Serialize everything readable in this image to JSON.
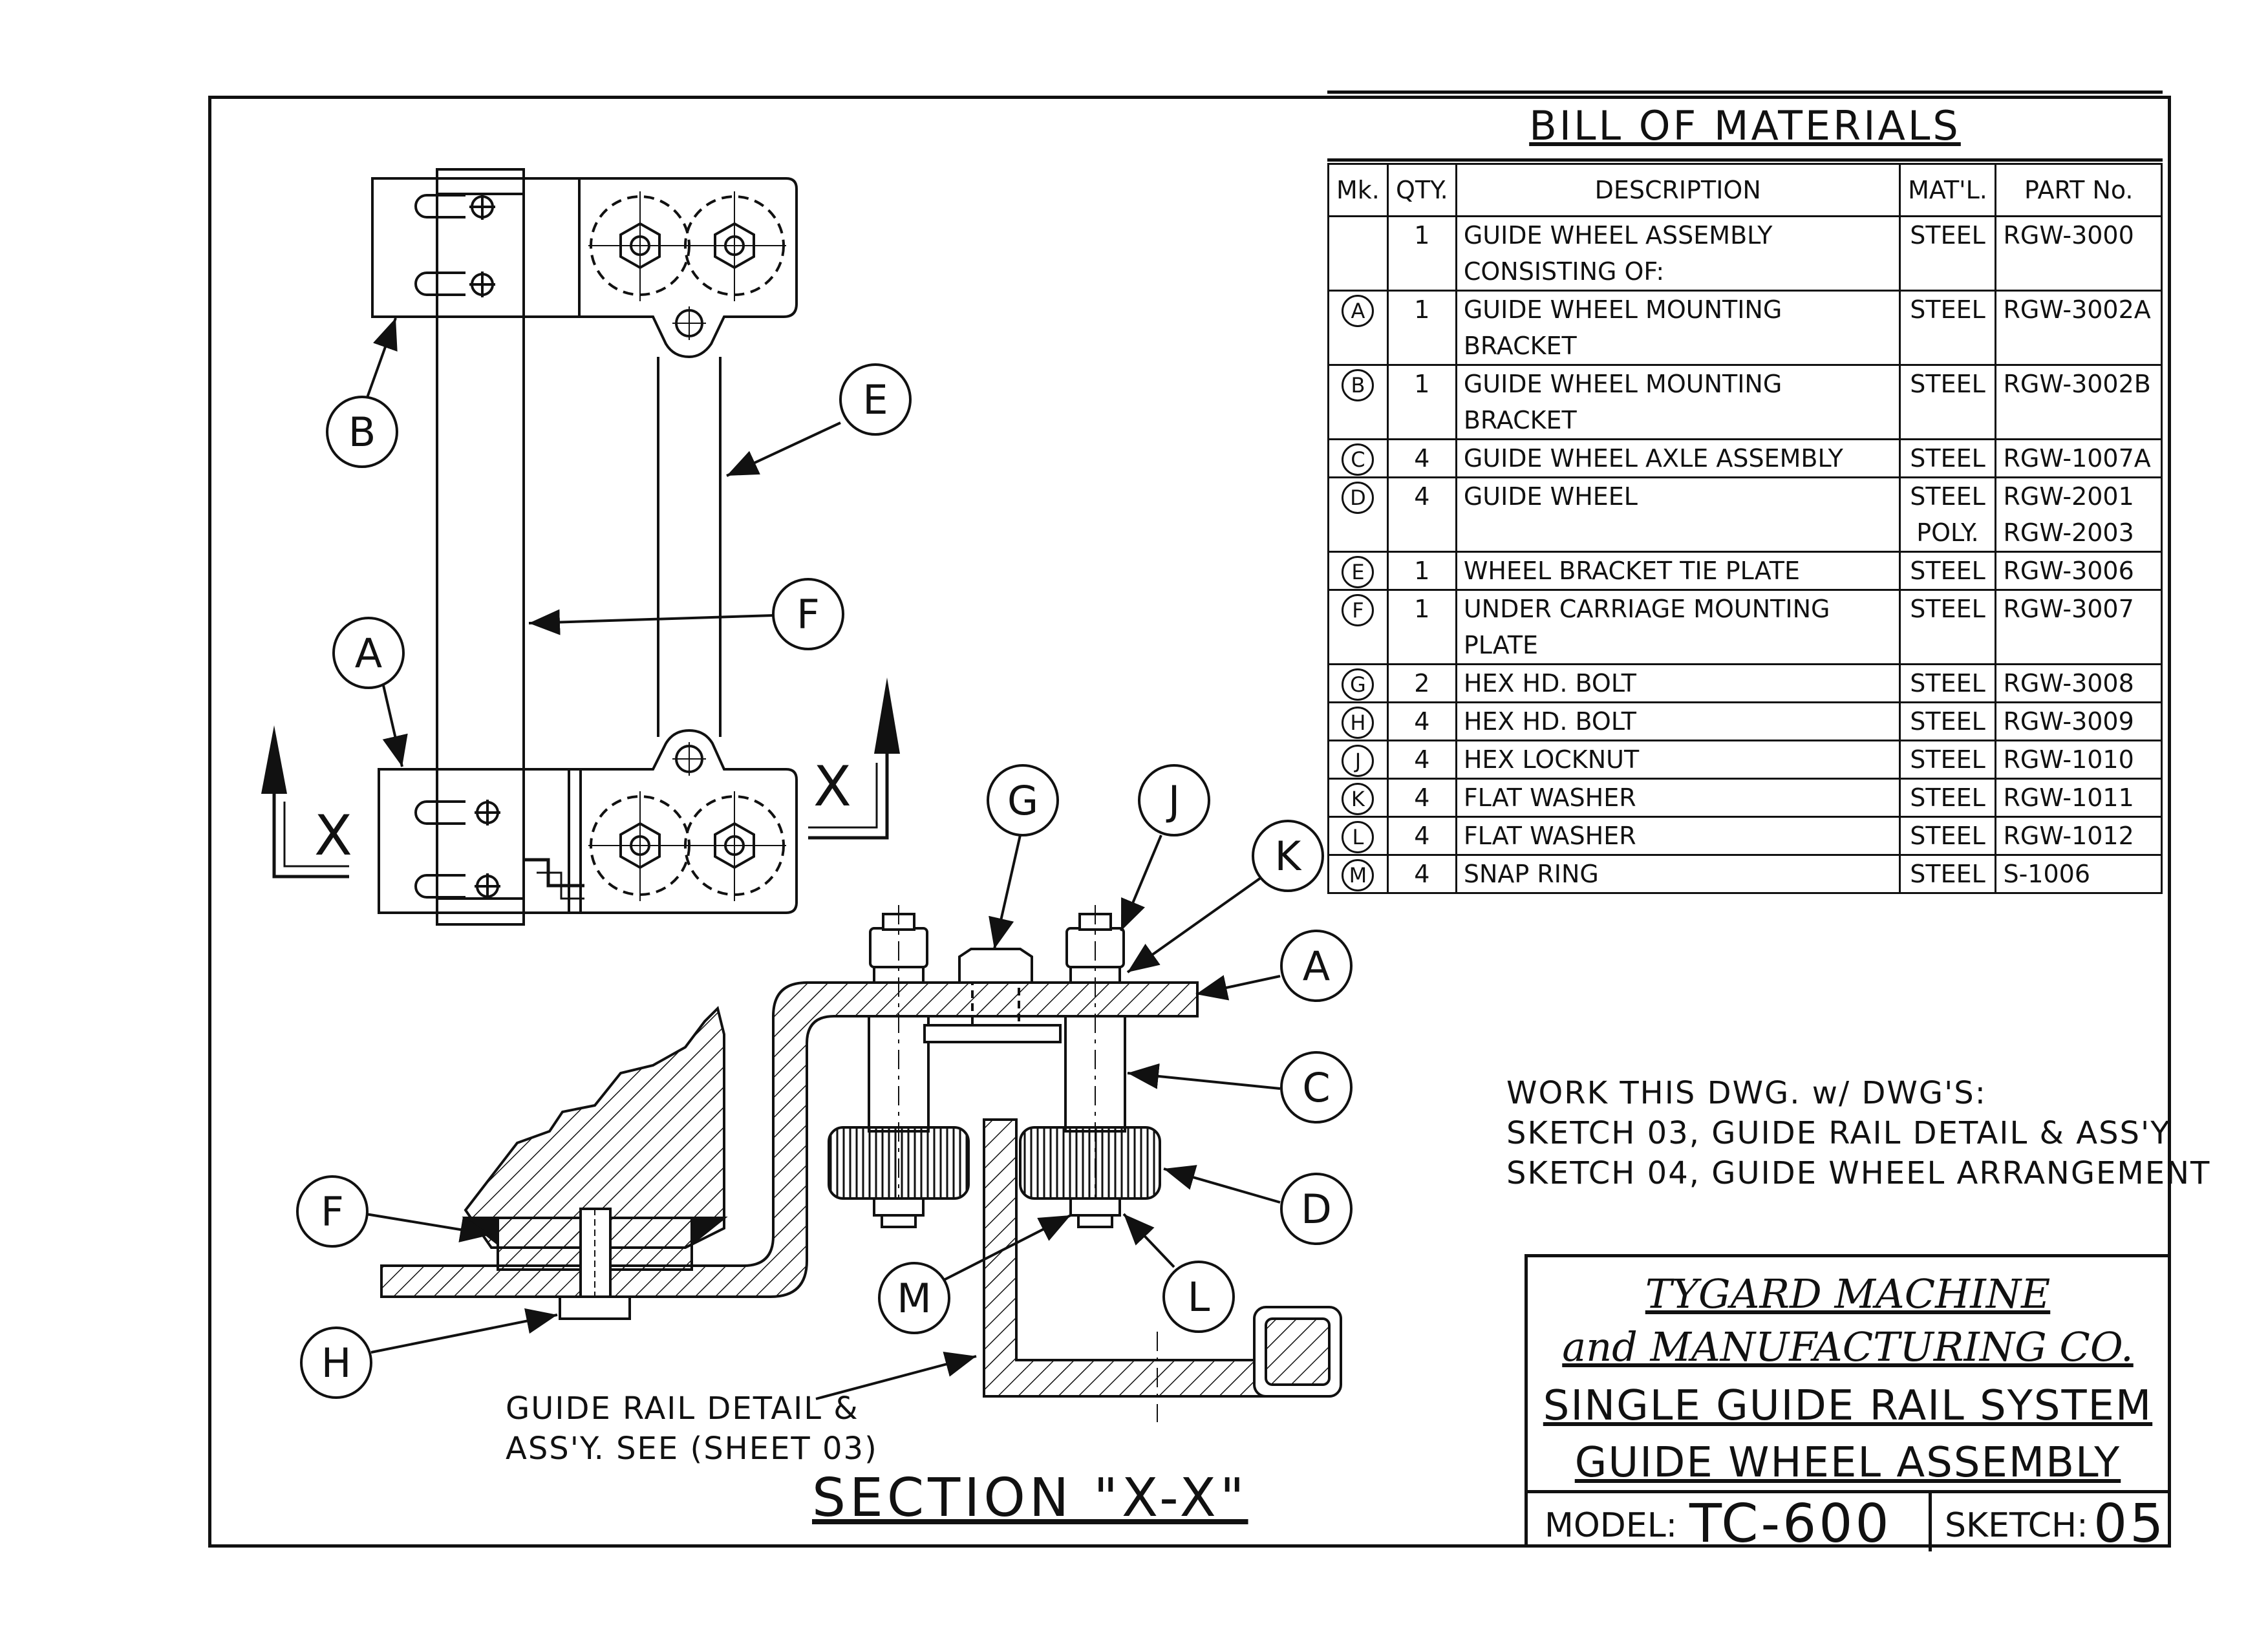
{
  "bom": {
    "title": "BILL  OF  MATERIALS",
    "headers": [
      "Mk.",
      "QTY.",
      "DESCRIPTION",
      "MAT'L.",
      "PART No."
    ],
    "rows": [
      {
        "mk": "",
        "qty": "1",
        "desc": "GUIDE WHEEL ASSEMBLY\nCONSISTING OF:",
        "mat": "STEEL",
        "part": "RGW-3000"
      },
      {
        "mk": "A",
        "qty": "1",
        "desc": "GUIDE WHEEL MOUNTING BRACKET",
        "mat": "STEEL",
        "part": "RGW-3002A"
      },
      {
        "mk": "B",
        "qty": "1",
        "desc": "GUIDE WHEEL MOUNTING BRACKET",
        "mat": "STEEL",
        "part": "RGW-3002B"
      },
      {
        "mk": "C",
        "qty": "4",
        "desc": "GUIDE WHEEL AXLE ASSEMBLY",
        "mat": "STEEL",
        "part": "RGW-1007A"
      },
      {
        "mk": "D",
        "qty": "4",
        "desc": "GUIDE WHEEL",
        "mat": "STEEL\nPOLY.",
        "part": "RGW-2001\nRGW-2003"
      },
      {
        "mk": "E",
        "qty": "1",
        "desc": "WHEEL BRACKET TIE PLATE",
        "mat": "STEEL",
        "part": "RGW-3006"
      },
      {
        "mk": "F",
        "qty": "1",
        "desc": "UNDER CARRIAGE MOUNTING PLATE",
        "mat": "STEEL",
        "part": "RGW-3007"
      },
      {
        "mk": "G",
        "qty": "2",
        "desc": "HEX HD. BOLT",
        "mat": "STEEL",
        "part": "RGW-3008"
      },
      {
        "mk": "H",
        "qty": "4",
        "desc": "HEX HD. BOLT",
        "mat": "STEEL",
        "part": "RGW-3009"
      },
      {
        "mk": "J",
        "qty": "4",
        "desc": "HEX LOCKNUT",
        "mat": "STEEL",
        "part": "RGW-1010"
      },
      {
        "mk": "K",
        "qty": "4",
        "desc": "FLAT WASHER",
        "mat": "STEEL",
        "part": "RGW-1011"
      },
      {
        "mk": "L",
        "qty": "4",
        "desc": "FLAT WASHER",
        "mat": "STEEL",
        "part": "RGW-1012"
      },
      {
        "mk": "M",
        "qty": "4",
        "desc": "SNAP RING",
        "mat": "STEEL",
        "part": "S-1006"
      }
    ]
  },
  "notes": {
    "line1": "WORK THIS DWG. w/ DWG'S:",
    "line2": "SKETCH 03, GUIDE RAIL DETAIL & ASS'Y",
    "line3": "SKETCH 04, GUIDE WHEEL ARRANGEMENT"
  },
  "title_block": {
    "company_line1": "TYGARD MACHINE",
    "company_line2": "and MANUFACTURING CO.",
    "project_line1": "SINGLE GUIDE RAIL SYSTEM",
    "project_line2": "GUIDE WHEEL ASSEMBLY",
    "model_label": "MODEL:",
    "model_value": "TC-600",
    "sketch_label": "SKETCH:",
    "sketch_value": "05"
  },
  "callouts": {
    "plan": [
      "B",
      "E",
      "A",
      "F"
    ],
    "section": [
      "G",
      "J",
      "K",
      "A",
      "C",
      "D",
      "L",
      "M",
      "F",
      "H"
    ],
    "section_marker": "X"
  },
  "section_title": "SECTION \"X-X\"",
  "rail_note": {
    "line1": "GUIDE RAIL DETAIL &",
    "line2": "ASS'Y. SEE (SHEET 03)"
  }
}
